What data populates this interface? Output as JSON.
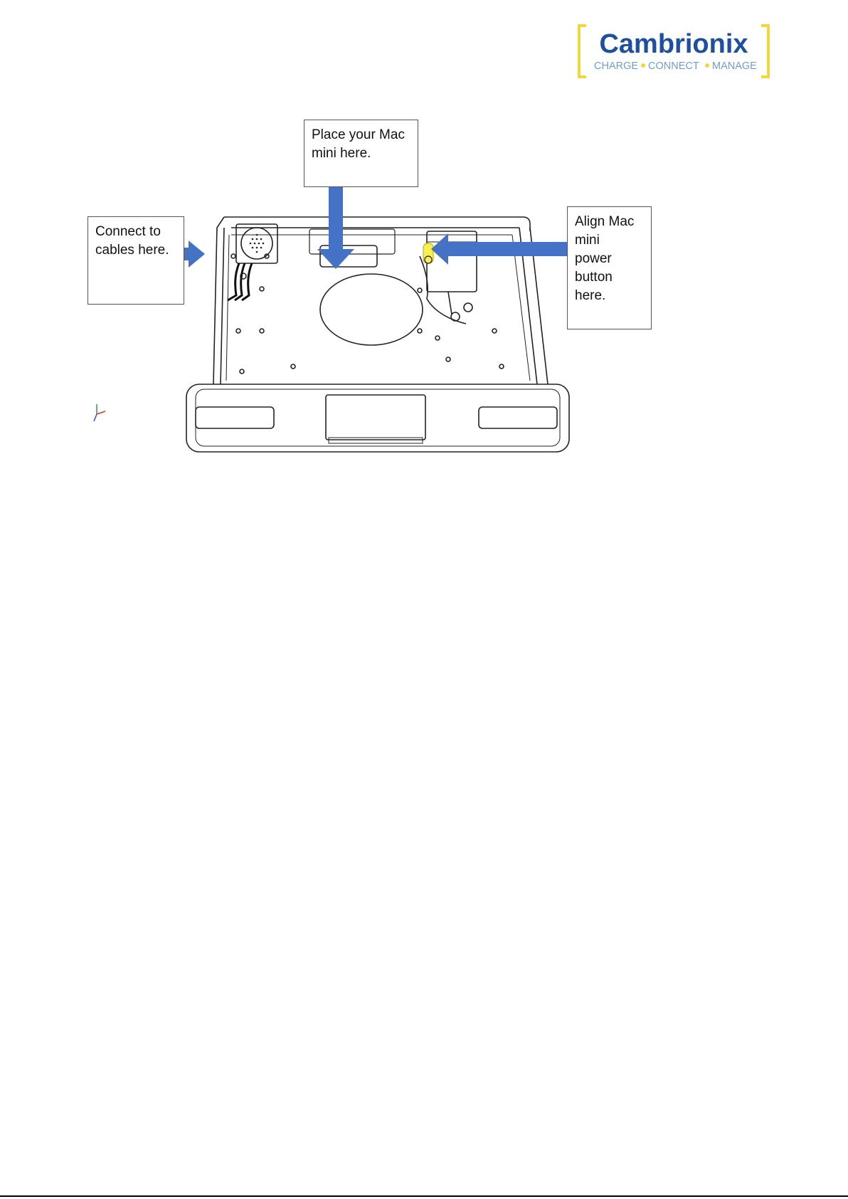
{
  "logo": {
    "brand": "Cambrionix",
    "tagline_charge": "CHARGE",
    "tagline_connect": "CONNECT",
    "tagline_manage": "MANAGE",
    "colors": {
      "brand_blue": "#1f4fa0",
      "bracket_yellow": "#f2d73a",
      "tagline_blue": "#6f9dd1"
    }
  },
  "callouts": {
    "cables": [
      "Connect to",
      "cables here."
    ],
    "place": [
      "Place your Mac",
      "mini here."
    ],
    "align": [
      "Align Mac",
      "mini",
      "power",
      "button",
      "here."
    ]
  },
  "colors": {
    "arrow_blue": "#4472c4",
    "highlight_yellow": "#f7f052",
    "line_dark": "#222222"
  },
  "icons": {
    "axis_triad": "axis-triad-icon"
  }
}
